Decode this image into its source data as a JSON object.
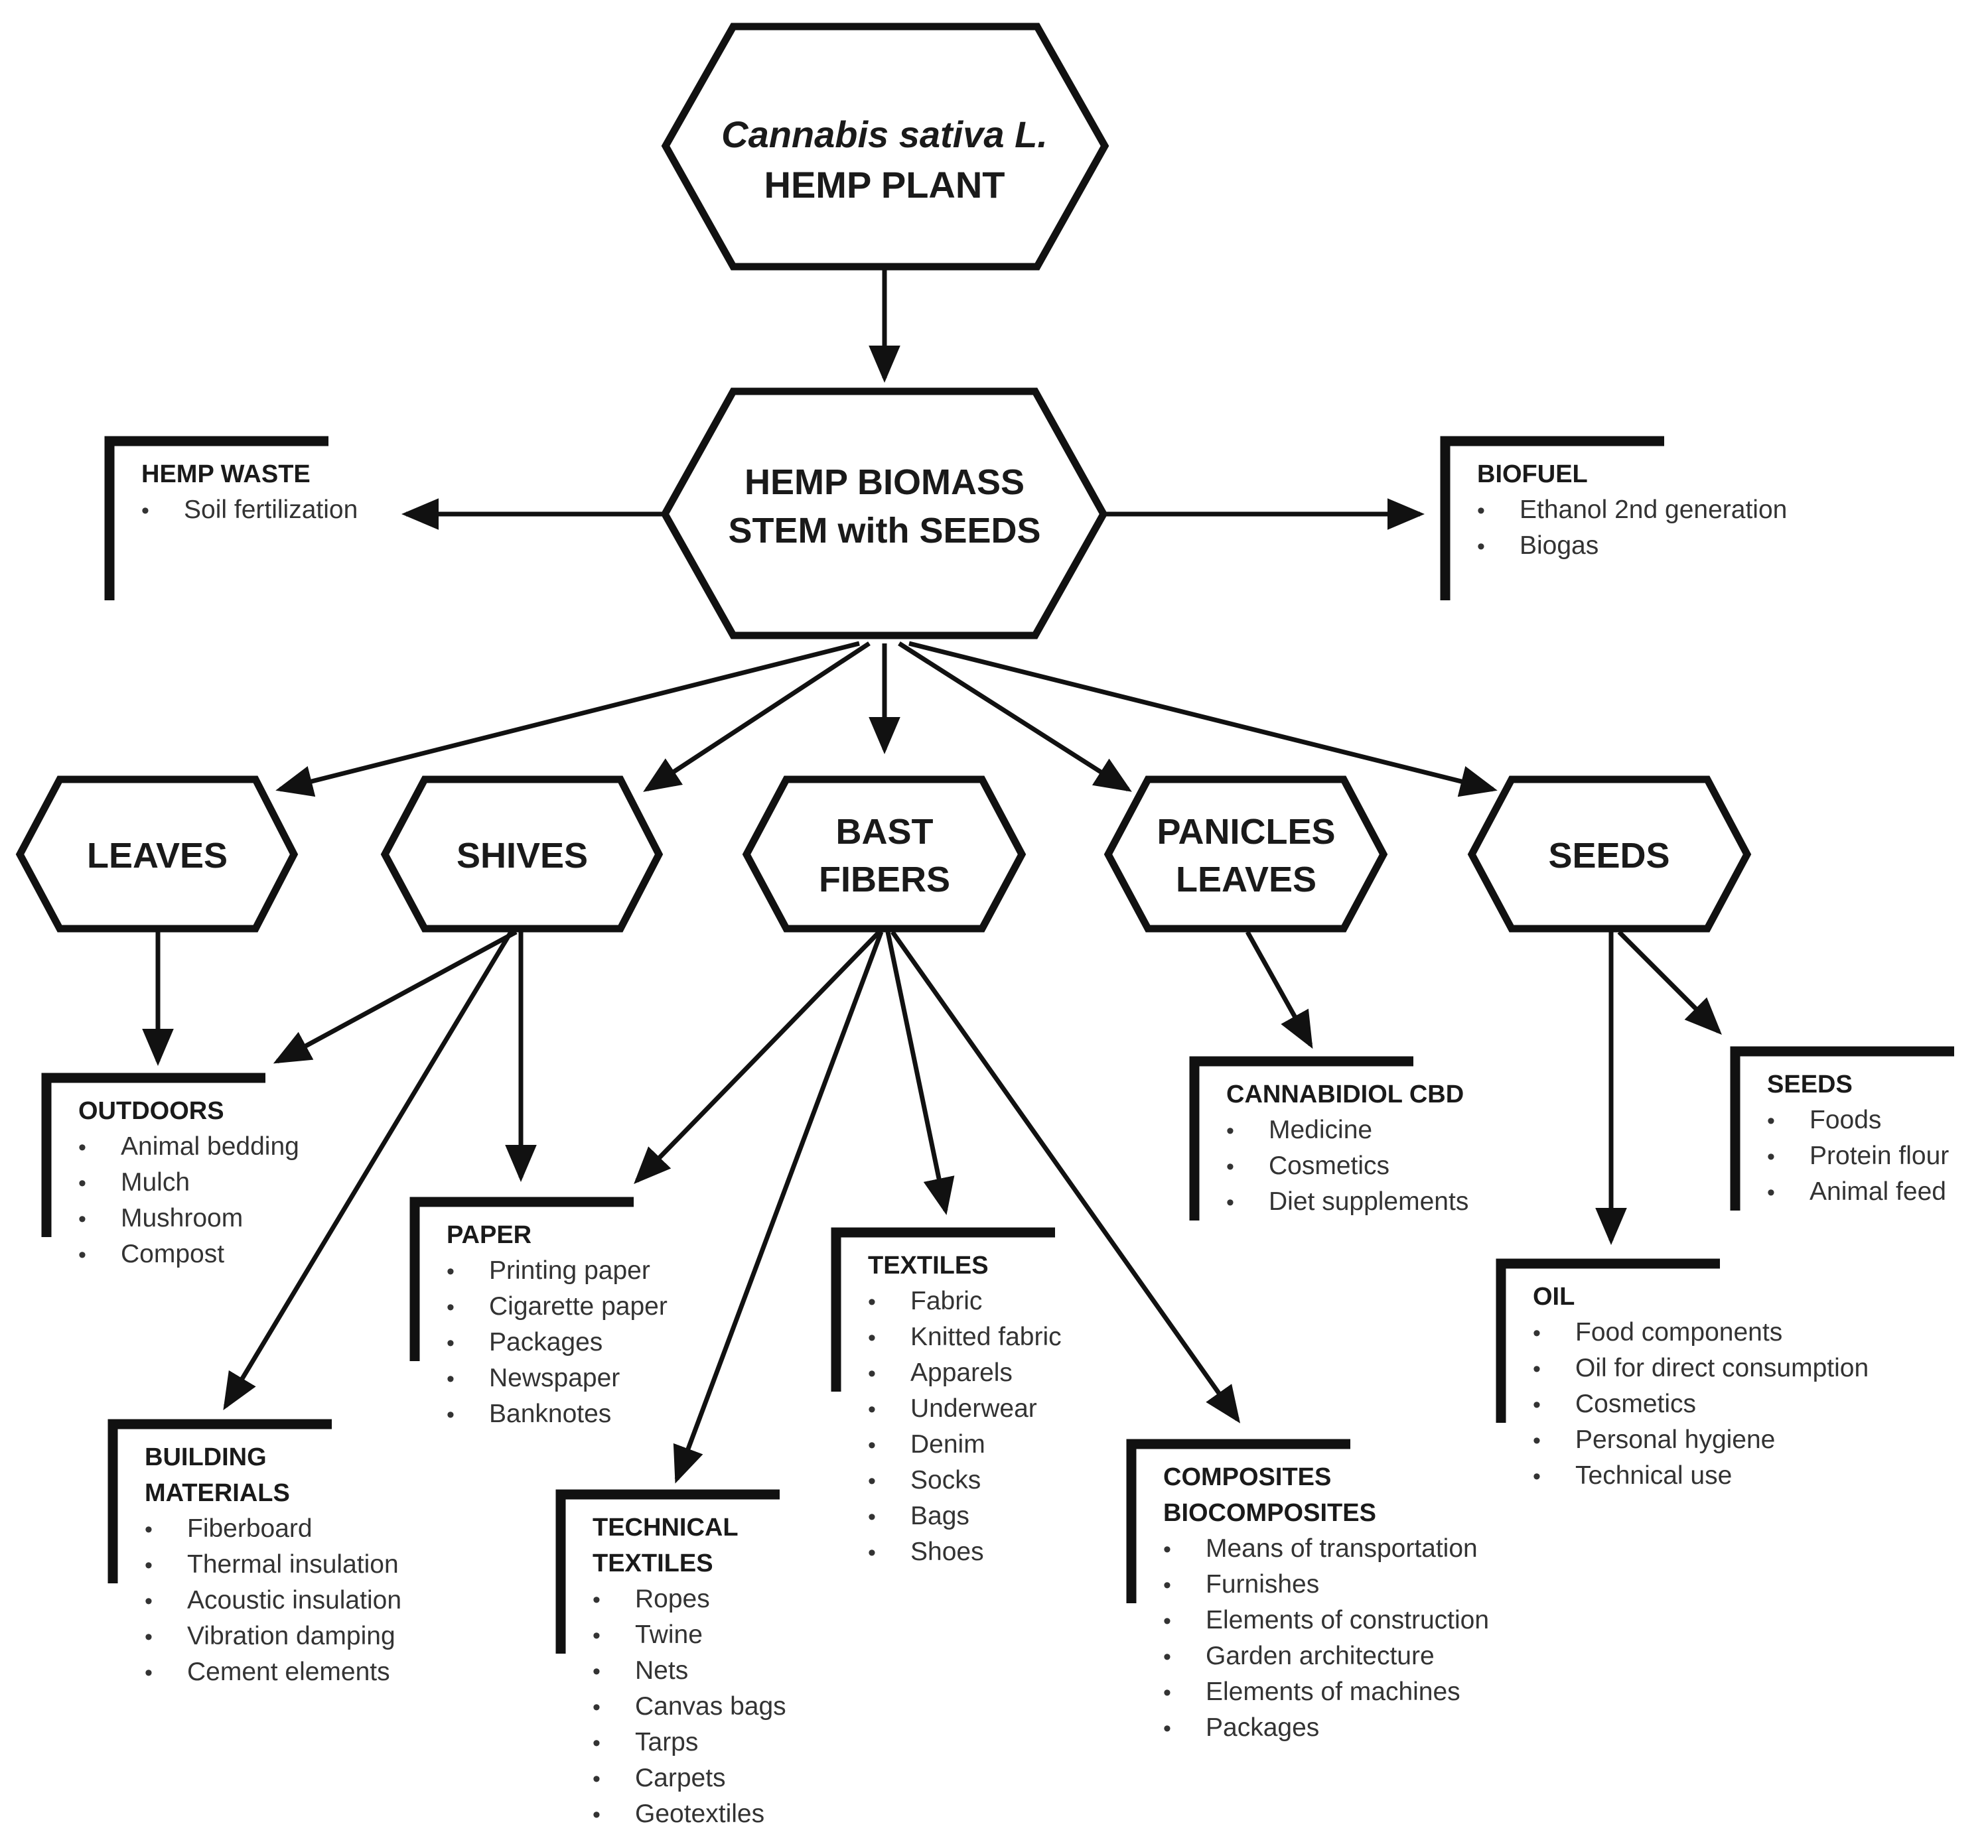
{
  "nodes": {
    "root": {
      "italic": "Cannabis sativa L.",
      "line2": "HEMP PLANT"
    },
    "biomass": {
      "line1": "HEMP BIOMASS",
      "line2": "STEM with SEEDS"
    },
    "leaves": {
      "line1": "LEAVES"
    },
    "shives": {
      "line1": "SHIVES"
    },
    "bast": {
      "line1": "BAST",
      "line2": "FIBERS"
    },
    "panicles": {
      "line1": "PANICLES",
      "line2": "LEAVES"
    },
    "seeds": {
      "line1": "SEEDS"
    }
  },
  "boxes": {
    "hemp_waste": {
      "title": [
        "HEMP WASTE"
      ],
      "items": [
        "Soil fertilization"
      ]
    },
    "biofuel": {
      "title": [
        "BIOFUEL"
      ],
      "items": [
        "Ethanol 2nd generation",
        "Biogas"
      ]
    },
    "outdoors": {
      "title": [
        "OUTDOORS"
      ],
      "items": [
        "Animal bedding",
        "Mulch",
        "Mushroom",
        "Compost"
      ]
    },
    "paper": {
      "title": [
        "PAPER"
      ],
      "items": [
        "Printing paper",
        "Cigarette paper",
        "Packages",
        "Newspaper",
        "Banknotes"
      ]
    },
    "building": {
      "title": [
        "BUILDING",
        "MATERIALS"
      ],
      "items": [
        "Fiberboard",
        "Thermal insulation",
        "Acoustic insulation",
        "Vibration damping",
        "Cement elements"
      ]
    },
    "technical_textiles": {
      "title": [
        "TECHNICAL",
        "TEXTILES"
      ],
      "items": [
        "Ropes",
        "Twine",
        "Nets",
        "Canvas bags",
        "Tarps",
        "Carpets",
        "Geotextiles"
      ]
    },
    "textiles": {
      "title": [
        "TEXTILES"
      ],
      "items": [
        "Fabric",
        "Knitted fabric",
        "Apparels",
        "Underwear",
        "Denim",
        "Socks",
        "Bags",
        "Shoes"
      ]
    },
    "composites": {
      "title": [
        "COMPOSITES",
        "BIOCOMPOSITES"
      ],
      "items": [
        "Means of transportation",
        "Furnishes",
        "Elements of construction",
        "Garden architecture",
        "Elements of machines",
        "Packages"
      ]
    },
    "cbd": {
      "title": [
        "CANNABIDIOL CBD"
      ],
      "items": [
        "Medicine",
        "Cosmetics",
        "Diet supplements"
      ]
    },
    "seeds_uses": {
      "title": [
        "SEEDS"
      ],
      "items": [
        "Foods",
        "Protein flour",
        "Animal feed"
      ]
    },
    "oil": {
      "title": [
        "OIL"
      ],
      "items": [
        "Food components",
        "Oil for direct consumption",
        "Cosmetics",
        "Personal hygiene",
        "Technical use"
      ]
    }
  },
  "bullet_symbol": "•"
}
